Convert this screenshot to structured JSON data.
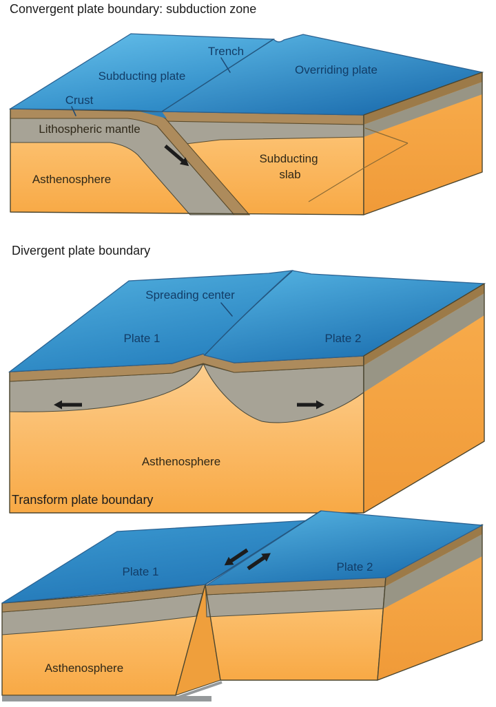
{
  "figure": {
    "panels": [
      {
        "id": "convergent",
        "title": "Convergent plate boundary: subduction zone",
        "labels": {
          "trench": "Trench",
          "subducting_plate": "Subducting plate",
          "overriding_plate": "Overriding plate",
          "crust": "Crust",
          "lithospheric_mantle": "Lithospheric mantle",
          "asthenosphere": "Asthenosphere",
          "subducting_slab_line1": "Subducting",
          "subducting_slab_line2": "slab"
        }
      },
      {
        "id": "divergent",
        "title": "Divergent plate boundary",
        "labels": {
          "spreading_center": "Spreading center",
          "plate1": "Plate 1",
          "plate2": "Plate 2",
          "asthenosphere": "Asthenosphere"
        }
      },
      {
        "id": "transform",
        "title": "Transform plate boundary",
        "labels": {
          "plate1": "Plate 1",
          "plate2": "Plate 2",
          "asthenosphere": "Asthenosphere"
        }
      }
    ],
    "colors": {
      "sky_blue_light": "#5fbce8",
      "sky_blue_dark": "#1d6fb0",
      "crust_brown": "#ad8b5c",
      "crust_brown_dark": "#9c7a48",
      "mantle_gray": "#a7a396",
      "mantle_gray_dark": "#989585",
      "asthenosphere_light": "#fdcc85",
      "asthenosphere_mid": "#f9b052",
      "asthenosphere_dark": "#f3a03c",
      "outline_dark": "#4a452f",
      "label_navy": "#123c66",
      "label_dark": "#2f2818",
      "arrow_black": "#1c1c1c",
      "shadow_gray": "#95999b"
    }
  }
}
